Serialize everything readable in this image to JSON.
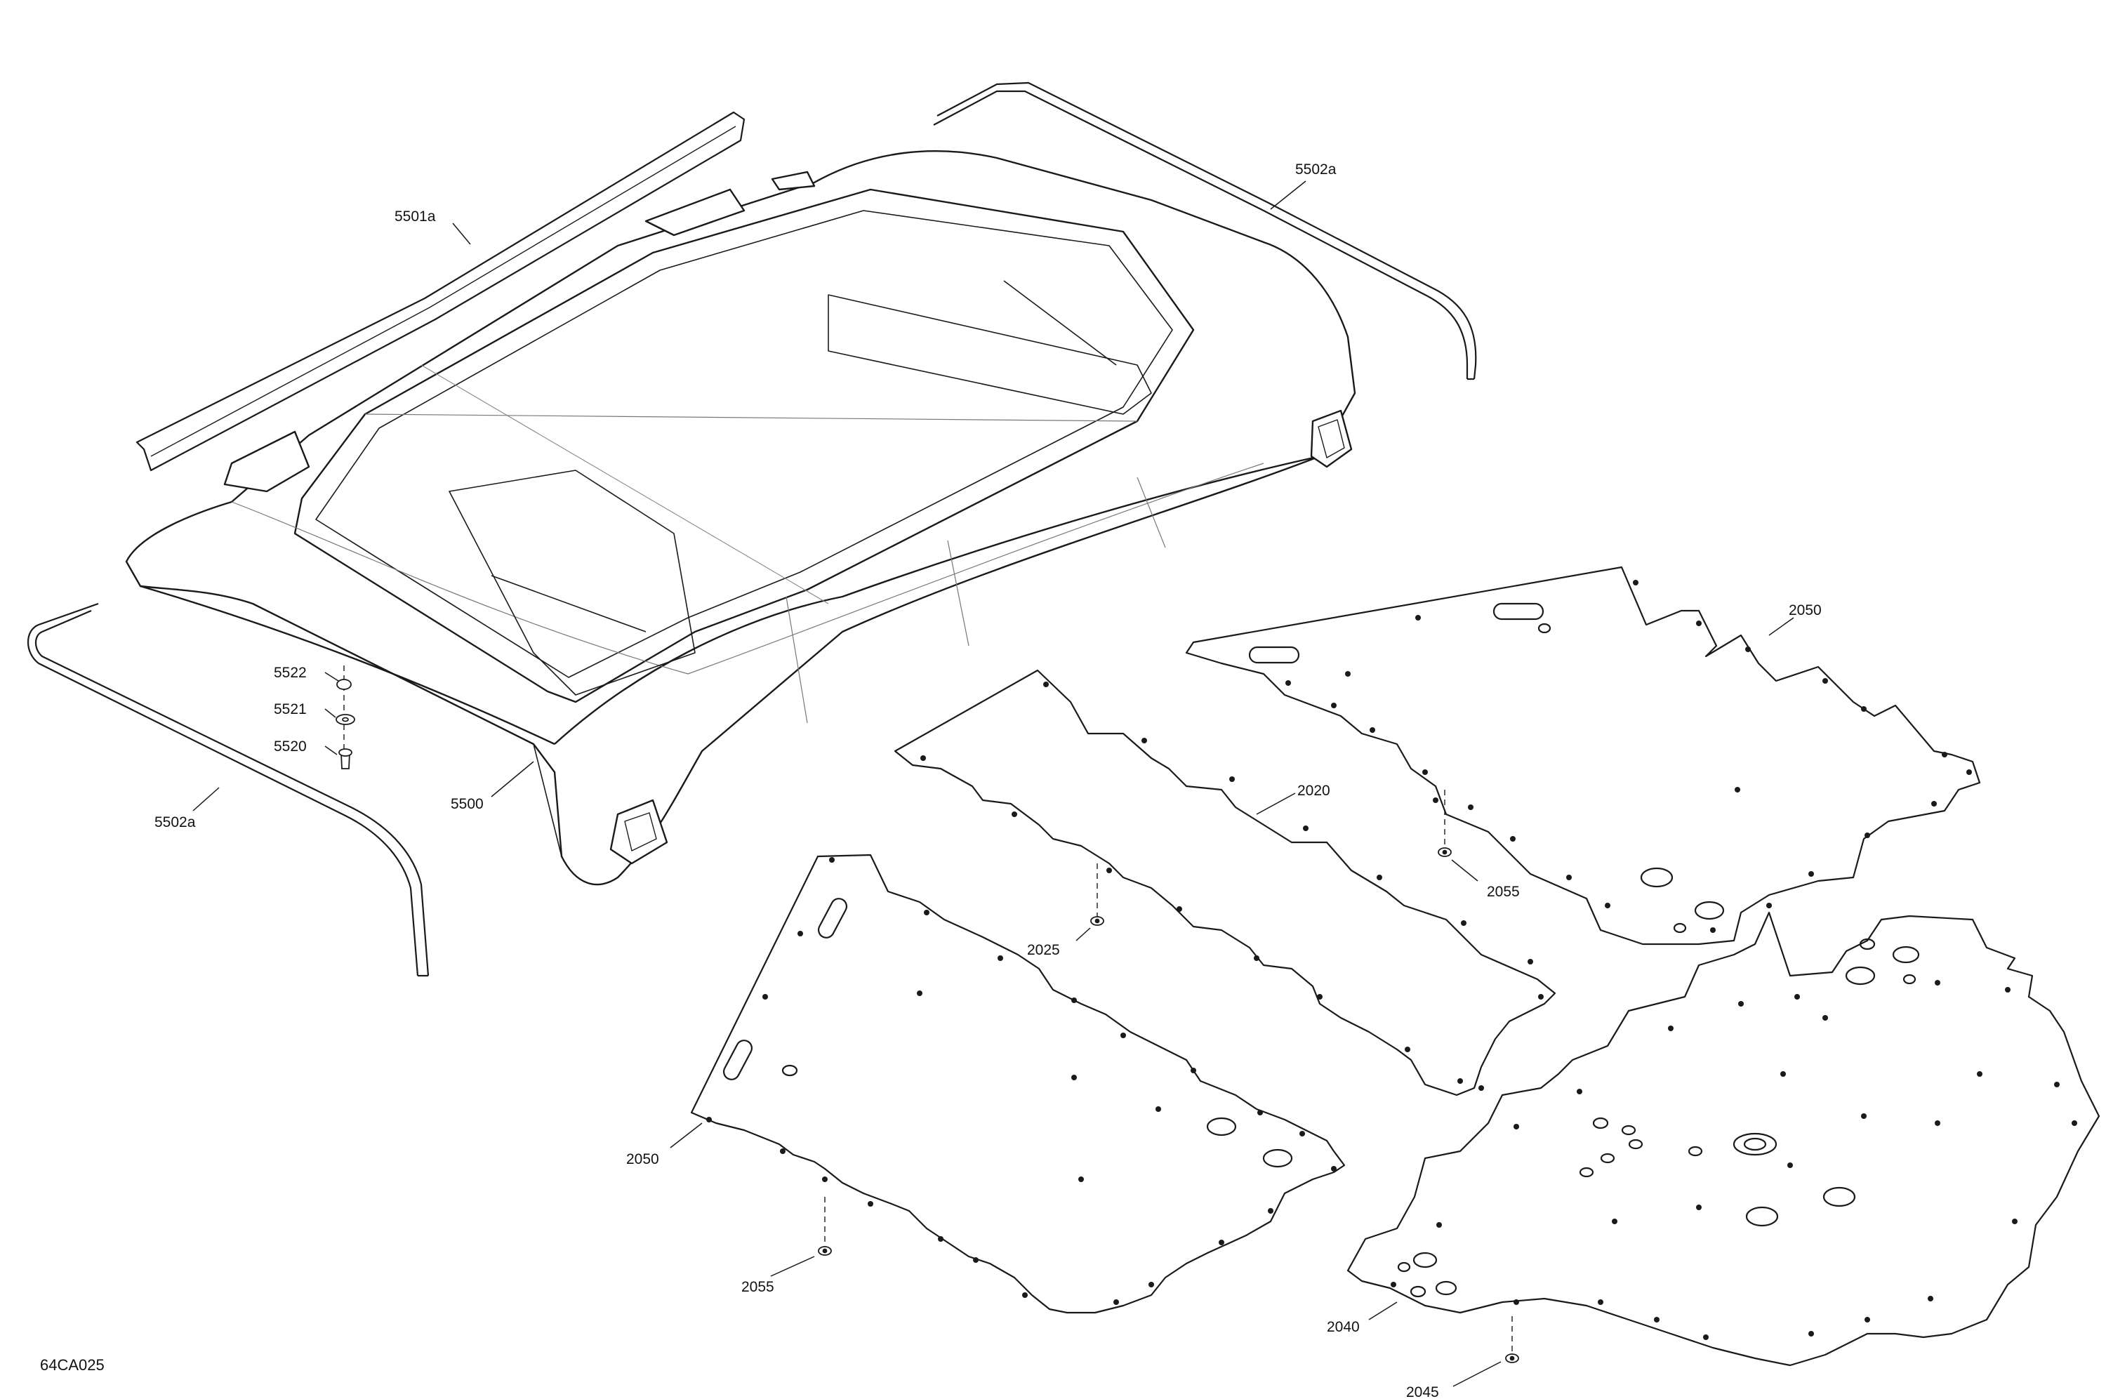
{
  "diagram": {
    "drawing_code": "64CA025",
    "callouts": {
      "c5501a": "5501a",
      "c5502a_top": "5502a",
      "c5502a_left": "5502a",
      "c5522": "5522",
      "c5521": "5521",
      "c5520": "5520",
      "c5500": "5500",
      "c2050_right": "2050",
      "c2020": "2020",
      "c2055_right": "2055",
      "c2025": "2025",
      "c2050_left": "2050",
      "c2055_left": "2055",
      "c2040": "2040",
      "c2045": "2045"
    },
    "colors": {
      "line": "#1a1a1a",
      "fill": "#ffffff",
      "faint": "#9a9a9a"
    }
  }
}
